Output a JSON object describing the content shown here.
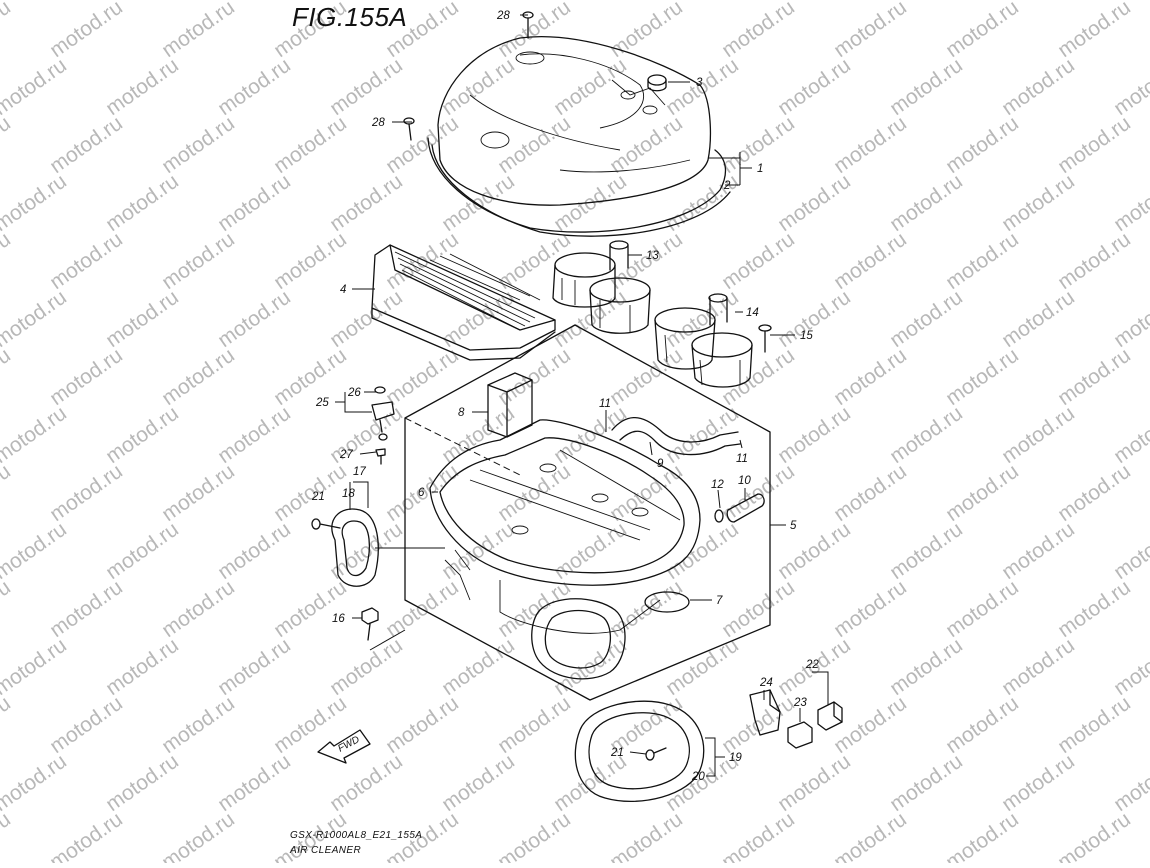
{
  "figure": {
    "title": "FIG.155A",
    "caption_code": "GSX-R1000AL8_E21_155A",
    "caption_name": "AIR CLEANER",
    "fwd_label": "FWD",
    "watermark_text": "motod.ru"
  },
  "callouts": [
    {
      "id": "c28a",
      "label": "28"
    },
    {
      "id": "c3",
      "label": "3"
    },
    {
      "id": "c28b",
      "label": "28"
    },
    {
      "id": "c1",
      "label": "1"
    },
    {
      "id": "c2",
      "label": "2"
    },
    {
      "id": "c4",
      "label": "4"
    },
    {
      "id": "c13",
      "label": "13"
    },
    {
      "id": "c14",
      "label": "14"
    },
    {
      "id": "c15",
      "label": "15"
    },
    {
      "id": "c26",
      "label": "26"
    },
    {
      "id": "c25",
      "label": "25"
    },
    {
      "id": "c8",
      "label": "8"
    },
    {
      "id": "c11a",
      "label": "11"
    },
    {
      "id": "c27",
      "label": "27"
    },
    {
      "id": "c9",
      "label": "9"
    },
    {
      "id": "c11b",
      "label": "11"
    },
    {
      "id": "c17",
      "label": "17"
    },
    {
      "id": "c18",
      "label": "18"
    },
    {
      "id": "c21a",
      "label": "21"
    },
    {
      "id": "c6",
      "label": "6"
    },
    {
      "id": "c12",
      "label": "12"
    },
    {
      "id": "c10",
      "label": "10"
    },
    {
      "id": "c5",
      "label": "5"
    },
    {
      "id": "c7",
      "label": "7"
    },
    {
      "id": "c16",
      "label": "16"
    },
    {
      "id": "c22",
      "label": "22"
    },
    {
      "id": "c24",
      "label": "24"
    },
    {
      "id": "c23",
      "label": "23"
    },
    {
      "id": "c21b",
      "label": "21"
    },
    {
      "id": "c19",
      "label": "19"
    },
    {
      "id": "c20",
      "label": "20"
    }
  ]
}
